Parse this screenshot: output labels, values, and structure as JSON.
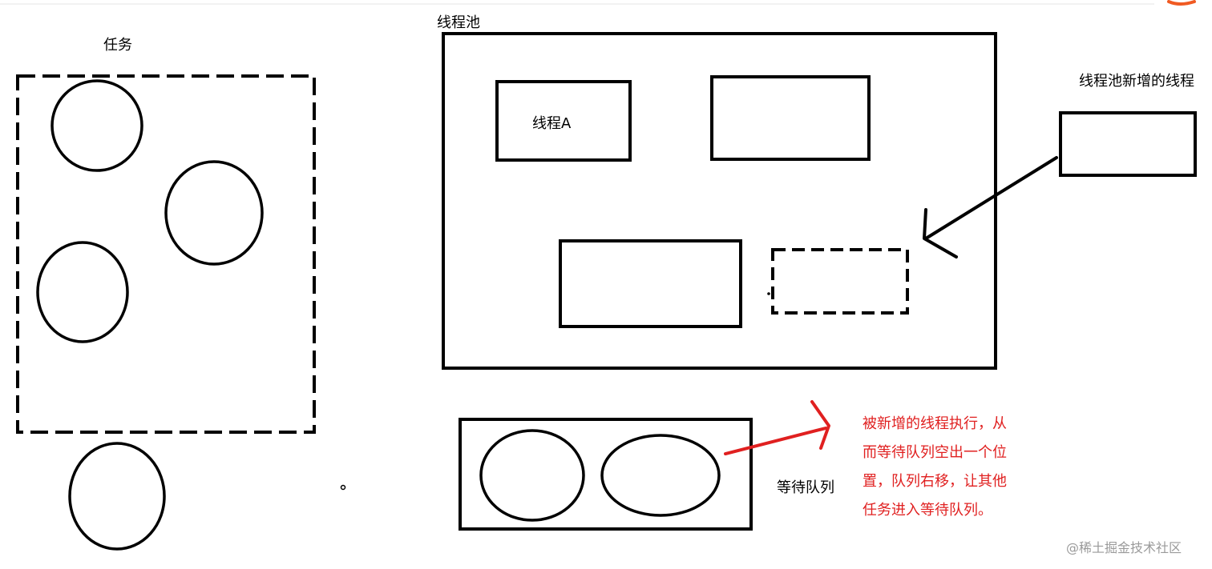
{
  "labels": {
    "tasks": "任务",
    "thread_pool": "线程池",
    "thread_a": "线程A",
    "new_thread": "线程池新增的线程",
    "waiting_queue": "等待队列"
  },
  "note": {
    "lines": [
      "被新增的线程执行，从",
      "而等待队列空出一个位",
      "置，队列右移，让其他",
      "任务进入等待队列。"
    ]
  },
  "watermark": "@稀土掘金技术社区",
  "colors": {
    "stroke": "#000000",
    "accent_red": "#e02020",
    "watermark": "#9a9a9a",
    "corner_orange": "#f05a22"
  }
}
